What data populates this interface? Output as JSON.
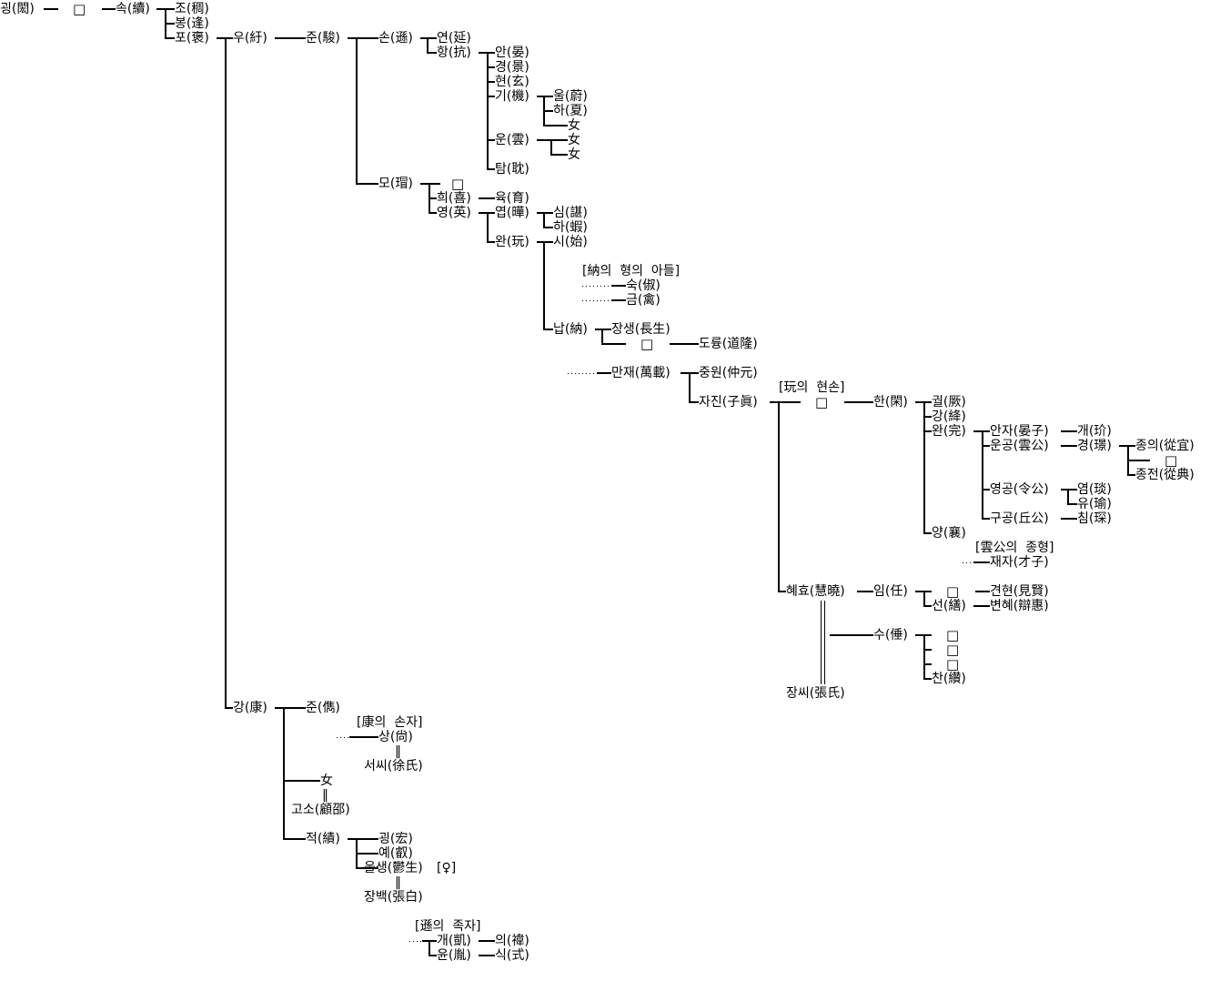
{
  "title": "가계도",
  "nodes": {
    "a1": "굉(閎)",
    "a2": "□",
    "a3": "속(續)",
    "a4": "조(稠)",
    "a5": "봉(逢)",
    "a6": "포(褒)",
    "b1": "우(紆)",
    "b2": "준(駿)",
    "b3": "손(遜)",
    "b4": "연(延)",
    "b5": "항(抗)",
    "c1": "안(晏)",
    "c2": "경(景)",
    "c3": "현(玄)",
    "c4": "기(機)",
    "c5": "울(蔚)",
    "c6": "하(夏)",
    "c7": "女",
    "c8": "운(雲)",
    "c9": "女",
    "c10": "女",
    "c11": "탐(耽)",
    "d1": "모(瑁)",
    "d2": "□",
    "d3": "희(喜)",
    "d4": "육(育)",
    "d5": "영(英)",
    "d6": "엽(曄)",
    "d7": "심(諶)",
    "d8": "하(蝦)",
    "d9": "완(玩)",
    "d10": "시(始)",
    "e1": "[納의  형의  아들]",
    "e2": "숙(俶)",
    "e3": "금(禽)",
    "e4": "납(納)",
    "e5": "장생(長生)",
    "e6": "□",
    "e7": "도륭(道隆)",
    "f1": "만재(萬載)",
    "f2": "중원(仲元)",
    "f3": "[玩의  현손]",
    "f4": "자진(子眞)",
    "f5": "□",
    "f6": "한(閑)",
    "g1": "궐(厥)",
    "g2": "강(絳)",
    "g3": "완(完)",
    "g4": "안자(晏子)",
    "g5": "개(玠)",
    "g6": "운공(雲公)",
    "g7": "경(璟)",
    "g8": "종의(從宜)",
    "g9": "□",
    "g10": "종전(從典)",
    "g11": "영공(令公)",
    "g12": "염(琰)",
    "g13": "유(瑜)",
    "g14": "구공(丘公)",
    "g15": "침(琛)",
    "g16": "양(襄)",
    "g17": "[雲公의  종형]",
    "g18": "재자(才子)",
    "h1": "혜효(慧曉)",
    "h2": "임(任)",
    "h3": "□",
    "h4": "견현(見賢)",
    "h5": "선(繕)",
    "h6": "변혜(辯惠)",
    "h7": "수(倕)",
    "h8": "□",
    "h9": "□",
    "h10": "□",
    "h11": "찬(纘)",
    "h12": "장씨(張氏)",
    "k1": "강(康)",
    "k2": "준(儁)",
    "k3": "[康의  손자]",
    "k4": "상(尙)",
    "k5": "‖",
    "k6": "서씨(徐氏)",
    "k7": "女",
    "k8": "‖",
    "k9": "고소(顧邵)",
    "k10": "적(績)",
    "k11": "굉(宏)",
    "k12": "예(叡)",
    "k13": "울생(鬱生)",
    "k14": "[♀]",
    "k15": "‖",
    "k16": "장백(張白)",
    "m1": "[遜의  족자]",
    "m2": "개(凱)",
    "m3": "의(禕)",
    "m4": "윤(胤)",
    "m5": "식(式)"
  }
}
